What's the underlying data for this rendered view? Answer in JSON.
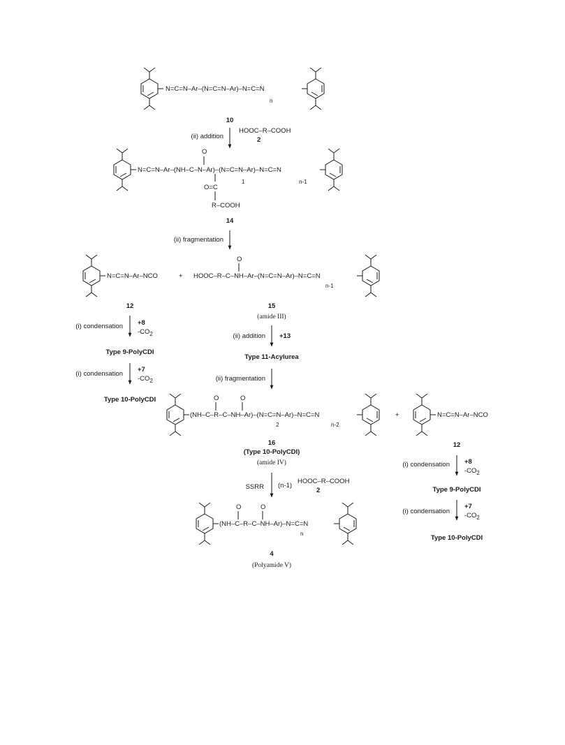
{
  "structures": {
    "s10": {
      "formula": "N=C=N–Ar–(N=C=N–Ar)–N=C=N",
      "n": "n",
      "label": "10"
    },
    "s14": {
      "formula": "N=C=N–Ar–(NH–C–N–Ar)–(N=C=N–Ar)–N=C=N",
      "sub1": "1",
      "sub2": "n-1",
      "carbonyl_o": "O",
      "acyl": "O=C",
      "tail": "R–COOH",
      "label": "14"
    },
    "s12a": {
      "formula": "N=C=N–Ar–NCO",
      "label": "12"
    },
    "s15": {
      "formula": "HOOC–R–C–NH–Ar–(N=C=N–Ar)–N=C=N",
      "sub": "n-1",
      "o": "O",
      "label": "15",
      "caption": "(amide III)"
    },
    "s16": {
      "formula": "(NH–C–R–C–NH–Ar)–(N=C=N–Ar)–N=C=N",
      "sub1": "2",
      "sub2": "n-2",
      "o": "O",
      "label": "16",
      "sublabel": "(Type 10-PolyCDI)",
      "caption": "(amide IV)"
    },
    "s12b": {
      "formula": "N=C=N–Ar–NCO",
      "label": "12"
    },
    "s4": {
      "formula": "(NH–C–R–C–NH–Ar)–N=C=N",
      "sub": "n",
      "o": "O",
      "label": "4",
      "caption": "(Polyamide V)"
    }
  },
  "reagents": {
    "diacid_formula": "HOOC–R–COOH",
    "diacid_label": "2",
    "plus": "+",
    "co2": "-CO",
    "co2_sub": "2"
  },
  "arrows": {
    "a1": {
      "left": "(ii) addition"
    },
    "a2": {
      "left": "(ii) fragmentation"
    },
    "a3": {
      "left": "(i) condensation",
      "right": "+8"
    },
    "a4": {
      "left": "(i) condensation",
      "right": "+7"
    },
    "a5": {
      "left": "(ii) addition",
      "right": "+13"
    },
    "a6": {
      "left": "(ii) fragmentation"
    },
    "a7": {
      "left": "SSRR",
      "right": "(n-1)"
    },
    "a8": {
      "left": "(i) condensation",
      "right": "+8"
    },
    "a9": {
      "left": "(i) condensation",
      "right": "+7"
    }
  },
  "products": {
    "type9_left": "Type 9-PolyCDI",
    "type10_left": "Type 10-PolyCDI",
    "type11": "Type 11-Acylurea",
    "type9_right": "Type 9-PolyCDI",
    "type10_right": "Type 10-PolyCDI"
  }
}
